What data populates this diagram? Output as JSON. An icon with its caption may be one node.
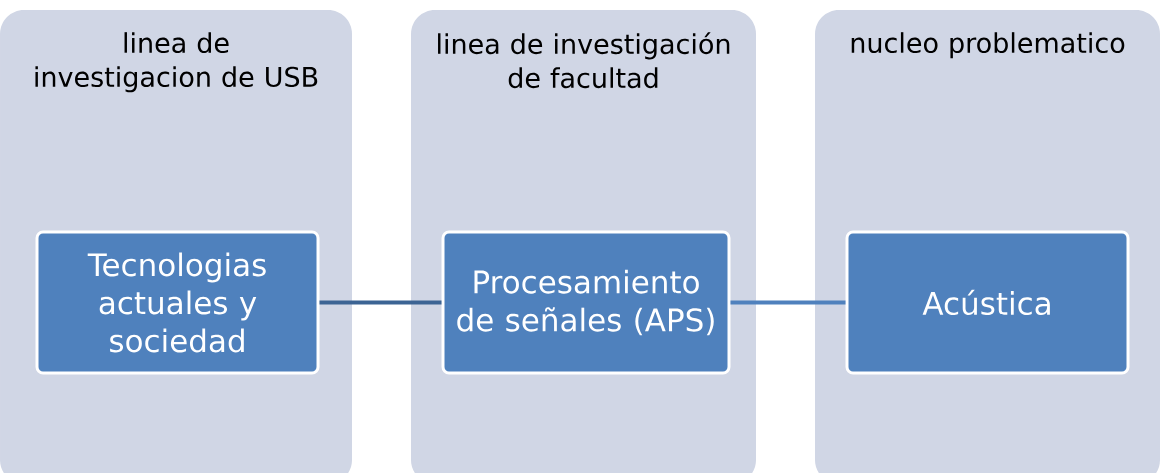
{
  "diagram": {
    "nodes": [
      {
        "text": [
          "linea de investigacion de USB"
        ]
      },
      {
        "text": [
          "Tecnologias actuales y sociedad"
        ],
        "in": 0
      },
      {
        "text": [
          "linea de investigación de facultad"
        ]
      },
      {
        "text": [
          "Procesamiento de señales (APS)"
        ],
        "in": 2
      },
      {
        "text": [
          "nucleo problematico"
        ]
      },
      {
        "text": [
          "Acústica"
        ],
        "in": 4
      }
    ],
    "edges": [
      {
        "from": 1,
        "to": 3,
        "arrow": "none",
        "color": "#3c6494"
      },
      {
        "from": 3,
        "to": 5,
        "arrow": "none"
      }
    ]
  }
}
